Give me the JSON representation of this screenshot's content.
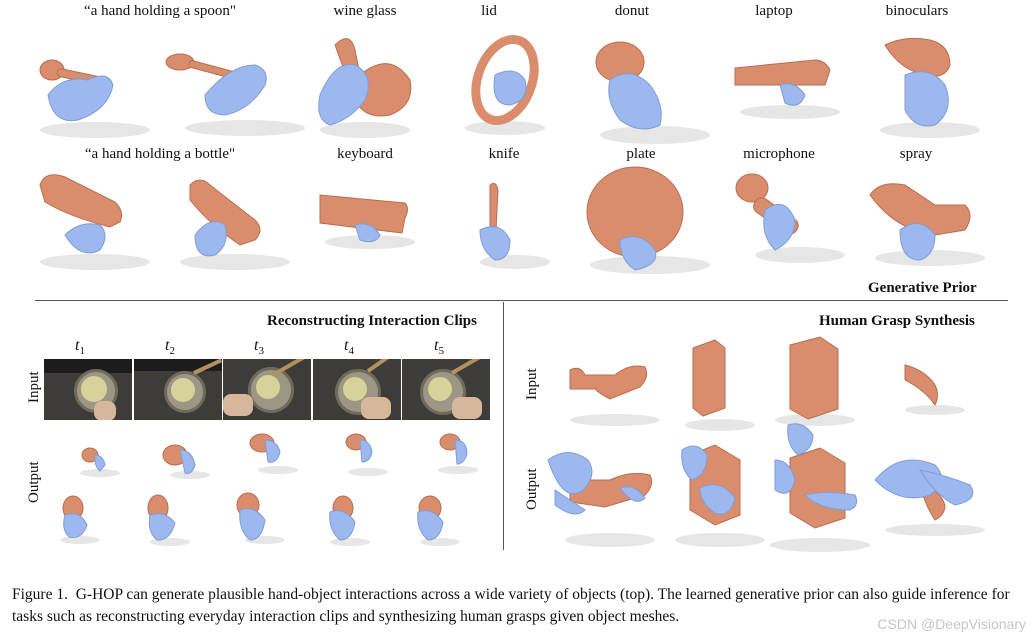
{
  "top_labels_row1": [
    "“a hand holding a spoon\"",
    "wine glass",
    "lid",
    "donut",
    "laptop",
    "binoculars"
  ],
  "top_labels_row2": [
    "“a hand holding a bottle\"",
    "keyboard",
    "knife",
    "plate",
    "microphone",
    "spray"
  ],
  "section_titles": {
    "generative_prior": "Generative Prior",
    "reconstructing": "Reconstructing Interaction Clips",
    "grasp_synthesis": "Human Grasp Synthesis"
  },
  "row_labels": {
    "input": "Input",
    "output": "Output"
  },
  "time_labels": [
    "t",
    "t",
    "t",
    "t",
    "t"
  ],
  "time_subscripts": [
    "1",
    "2",
    "3",
    "4",
    "5"
  ],
  "caption": {
    "prefix": "Figure 1.",
    "text": "G-HOP can generate plausible hand-object interactions across a wide variety of objects (top). The learned generative prior can also guide inference for tasks such as reconstructing everyday interaction clips and synthesizing human grasps given object meshes."
  },
  "watermark": "CSDN @DeepVisionary",
  "colors": {
    "hand": "#9db8ee",
    "object": "#d98d6c",
    "shadow": "#e4e4e4"
  }
}
